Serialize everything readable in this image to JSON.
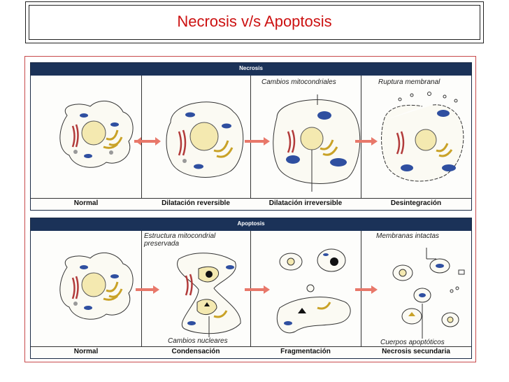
{
  "title": "Necrosis v/s Apoptosis",
  "necrosis": {
    "header": "Necrosis",
    "stages": [
      "Normal",
      "Dilatación reversible",
      "Dilatación irreversible",
      "Desintegración"
    ],
    "annotations": {
      "mito": "Cambios mitocondriales",
      "rupture": "Ruptura membranal"
    }
  },
  "apoptosis": {
    "header": "Apoptosis",
    "stages": [
      "Normal",
      "Condensación",
      "Fragmentación",
      "Necrosis secundaria"
    ],
    "annotations": {
      "structure_line1": "Estructura  mitocondrial",
      "structure_line2": "preservada",
      "nuclear": "Cambios nucleares",
      "membranes": "Membranas intactas",
      "bodies": "Cuerpos apoptóticos"
    }
  },
  "colors": {
    "title": "#cc1111",
    "header_bar": "#1b3258",
    "arrow": "#e8786a",
    "nucleus": "#f4e9b0",
    "golgi": "#c9a227",
    "er": "#b23b3b",
    "mito": "#2f4fa0"
  }
}
